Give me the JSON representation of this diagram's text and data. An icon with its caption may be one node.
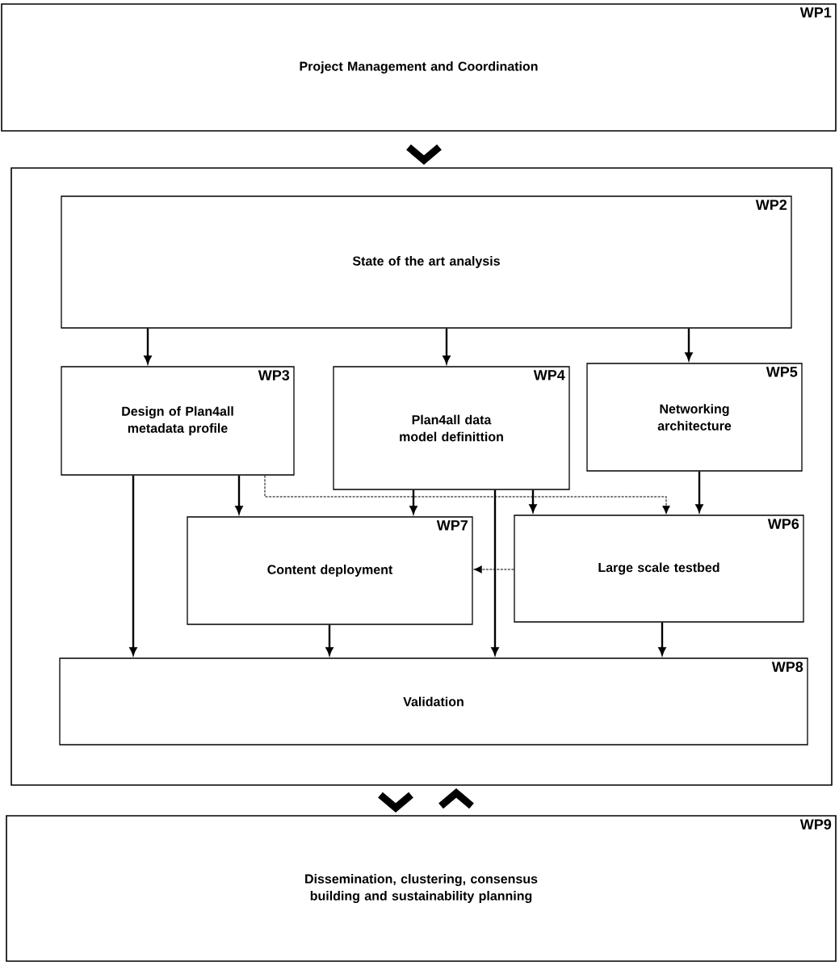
{
  "diagram": {
    "nodes": [
      {
        "text": [
          "WP1",
          "Project Management and Coordination"
        ]
      },
      {
        "text": [],
        "shape": "box"
      },
      {
        "text": [
          "WP2",
          "State of the art analysis"
        ],
        "in": 1
      },
      {
        "text": [
          "WP3",
          "Design of Plan4all metadata profile"
        ],
        "in": 1
      },
      {
        "text": [
          "WP4",
          "Plan4all data model definittion"
        ],
        "in": 1
      },
      {
        "text": [
          "WP5",
          "Networking architecture"
        ],
        "in": 1
      },
      {
        "text": [
          "WP7",
          "Content deployment"
        ],
        "in": 1
      },
      {
        "text": [
          "WP6",
          "Large scale testbed"
        ],
        "in": 1
      },
      {
        "text": [
          "WP8",
          "Validation"
        ],
        "in": 1
      },
      {
        "text": [
          "WP9",
          "Dissemination, clustering, consensus building and sustainability planning"
        ]
      }
    ],
    "edges": [
      {
        "from": 0,
        "to": 1,
        "arrow": "to",
        "style": "thick"
      },
      {
        "from": 2,
        "to": 3,
        "arrow": "to"
      },
      {
        "from": 2,
        "to": 4,
        "arrow": "to"
      },
      {
        "from": 2,
        "to": 5,
        "arrow": "to"
      },
      {
        "from": 3,
        "to": 6,
        "arrow": "to"
      },
      {
        "from": 3,
        "to": 8,
        "arrow": "to"
      },
      {
        "from": 3,
        "to": 7,
        "arrow": "to",
        "style": "dashed"
      },
      {
        "from": 4,
        "to": 6,
        "arrow": "to"
      },
      {
        "from": 4,
        "to": 8,
        "arrow": "to"
      },
      {
        "from": 4,
        "to": 7,
        "arrow": "to"
      },
      {
        "from": 5,
        "to": 7,
        "arrow": "to"
      },
      {
        "from": 7,
        "to": 6,
        "arrow": "to",
        "style": "dashed"
      },
      {
        "from": 6,
        "to": 8,
        "arrow": "to"
      },
      {
        "from": 7,
        "to": 8,
        "arrow": "to"
      },
      {
        "from": 1,
        "to": 9,
        "arrow": "to",
        "style": "thick"
      },
      {
        "from": 9,
        "to": 1,
        "arrow": "to",
        "style": "thick"
      }
    ]
  }
}
